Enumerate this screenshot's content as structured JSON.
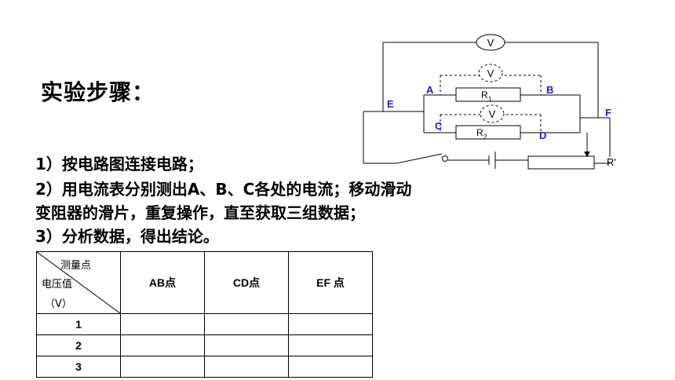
{
  "title": "实验步骤：",
  "steps": [
    "1）按电路图连接电路；",
    "2）用电流表分别测出A、B、C各处的电流；移动滑动",
    "变阻器的滑片，重复操作，直至获取三组数据；",
    "3）分析数据，得出结论。"
  ],
  "circuit": {
    "meter_symbol": "V",
    "points": {
      "A": "A",
      "B": "B",
      "C": "C",
      "D": "D",
      "E": "E",
      "F": "F"
    },
    "r1_main": "R",
    "r1_sub": "1",
    "r2_main": "R",
    "r2_sub": "2",
    "rheostat": "R'",
    "point_color": "#1f1fc8"
  },
  "table": {
    "corner_top": "测量点",
    "corner_mid": "电压值",
    "corner_bot": "（V）",
    "headers": [
      "AB点",
      "CD点",
      "EF 点"
    ],
    "rows": [
      "1",
      "2",
      "3"
    ]
  }
}
